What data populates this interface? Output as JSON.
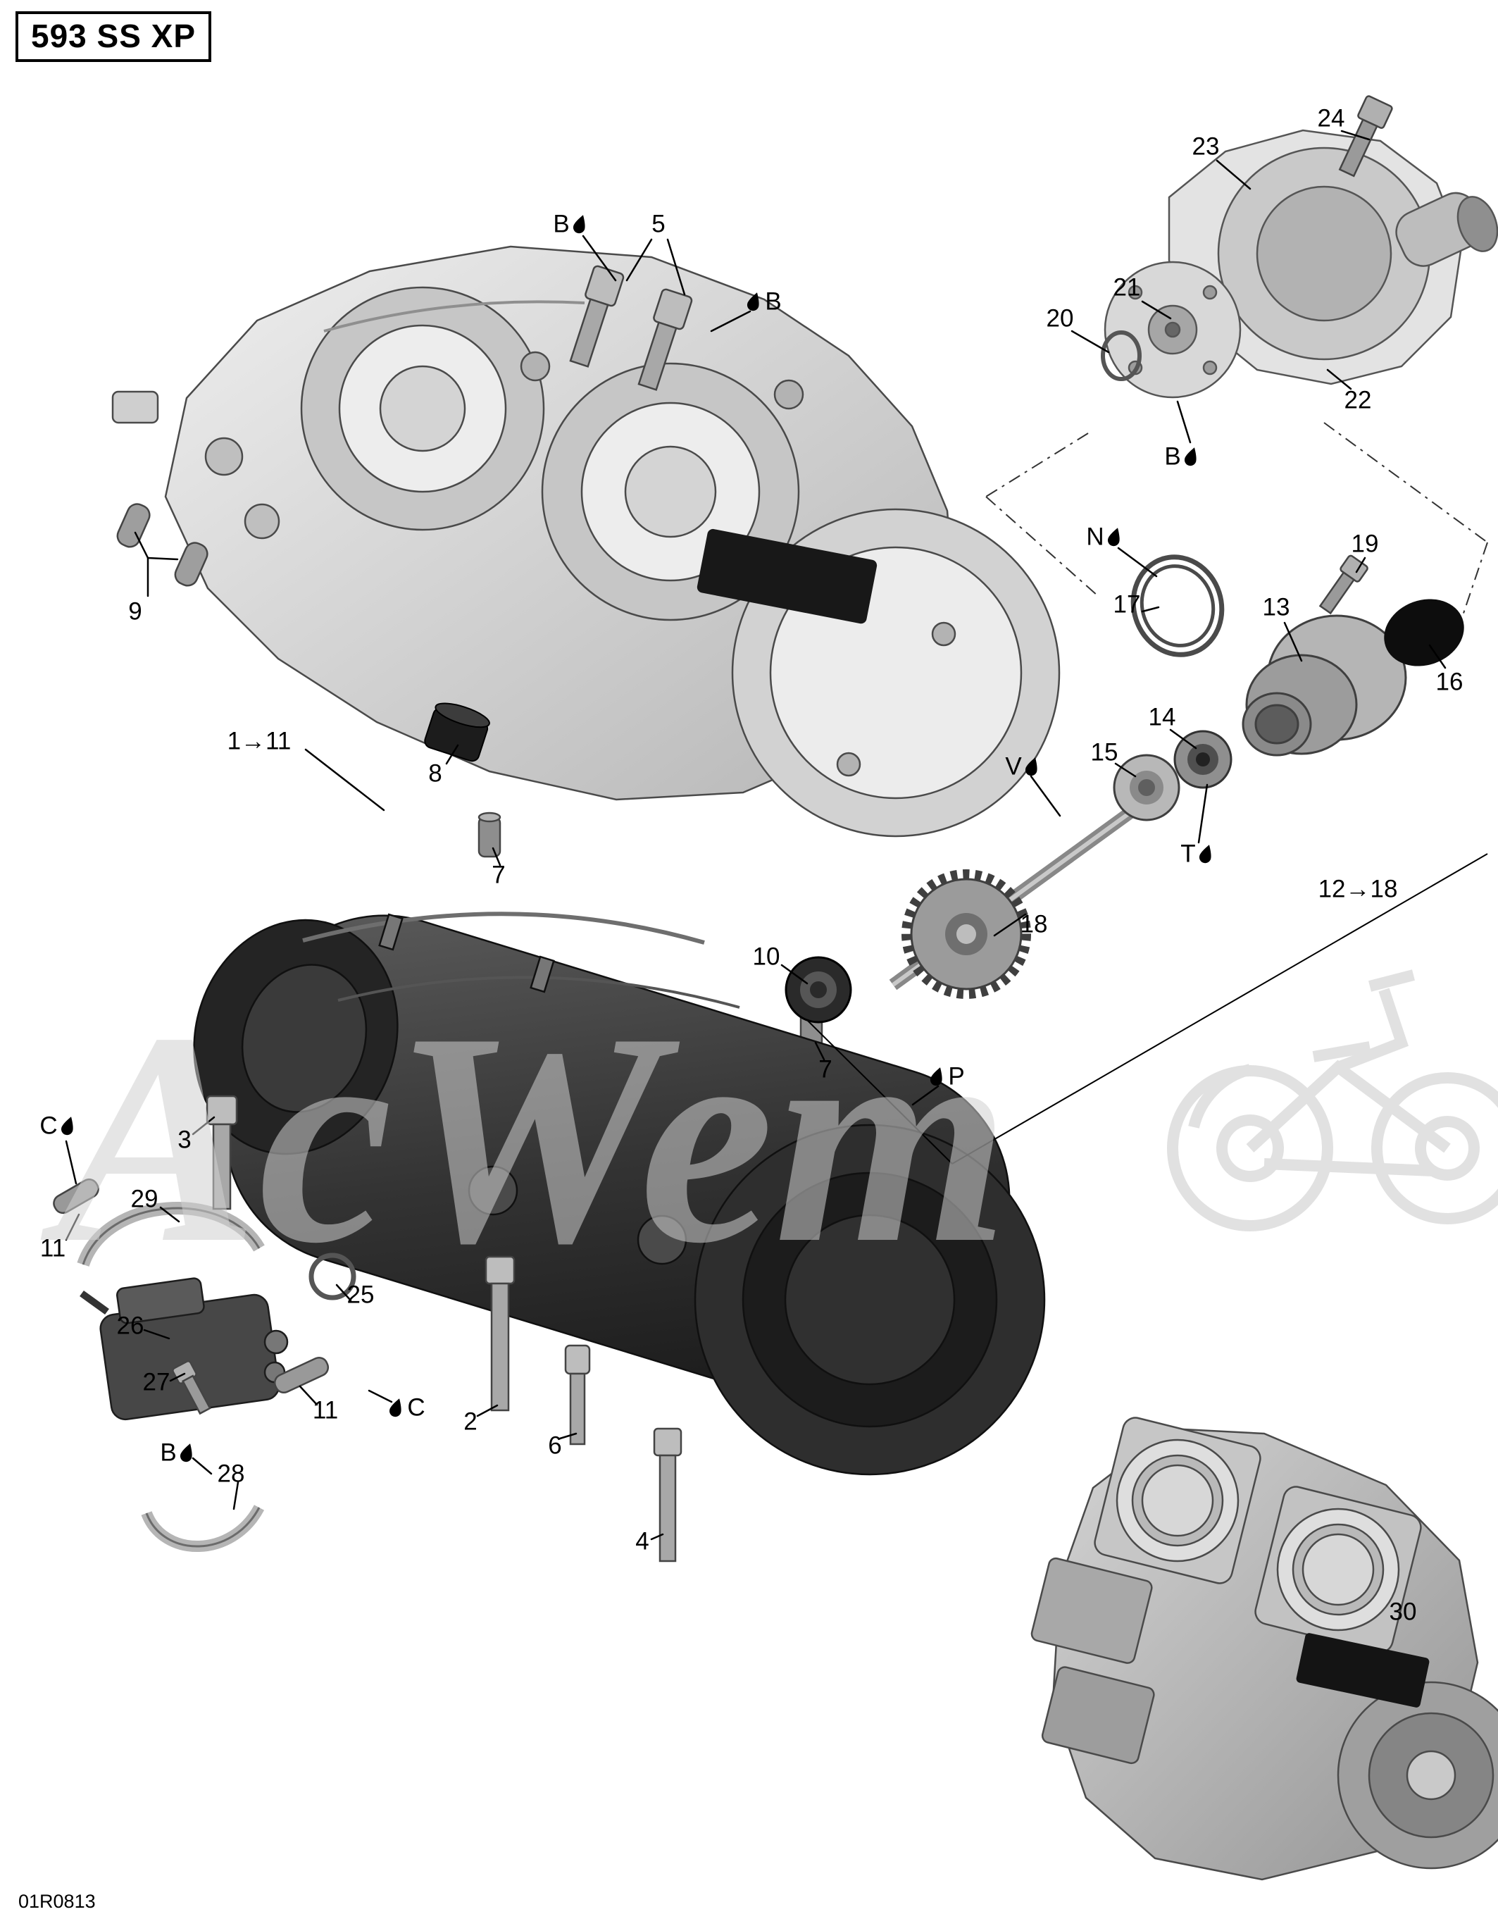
{
  "title": "593 SS XP",
  "doc_number": "01R0813",
  "watermark": {
    "text": "AcWem"
  },
  "colors": {
    "outline": "#000000",
    "light_metal": "#d6d6d6",
    "dark_metal": "#333333",
    "watermark": "#cfcfcf"
  },
  "callouts": {
    "b_upper": "B",
    "n5": "5",
    "b_upper_right": "B",
    "n24": "24",
    "n23": "23",
    "n21": "21",
    "n20": "20",
    "n22": "22",
    "b_pump": "B",
    "n_lip_seal": "N",
    "n19": "19",
    "n17": "17",
    "n13": "13",
    "n16": "16",
    "n14": "14",
    "n15": "15",
    "n9": "9",
    "range_1_11": "1→11",
    "n8": "8",
    "v_shaft": "V",
    "t_seal": "T",
    "range_12_18": "12→18",
    "n7_upper": "7",
    "n18": "18",
    "n10": "10",
    "n7_lower": "7",
    "p_case": "P",
    "c_upper": "C",
    "n3": "3",
    "n29": "29",
    "n11_left": "11",
    "n25": "25",
    "n26": "26",
    "n27": "27",
    "n11_lower": "11",
    "c_lower": "C",
    "n2": "2",
    "n6": "6",
    "b_lower": "B",
    "n28": "28",
    "n4": "4",
    "n30": "30"
  }
}
